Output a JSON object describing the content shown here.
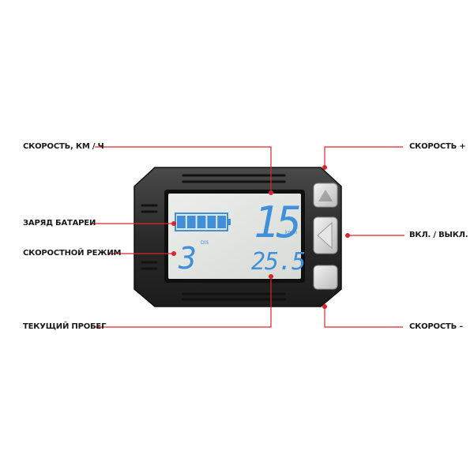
{
  "labels": {
    "speed_kmh": "СКОРОСТЬ, КМ / Ч",
    "battery": "ЗАРЯД БАТАРЕИ",
    "speed_mode": "СКОРОСТНОЙ РЕЖИМ",
    "trip": "ТЕКУЩИЙ ПРОБЕГ",
    "speed_plus": "СКОРОСТЬ +",
    "power": "ВКЛ. / ВЫКЛ.",
    "speed_minus": "СКОРОСТЬ –"
  },
  "display": {
    "speed": "15",
    "speed_unit": "km/h",
    "mode": "3",
    "mode_unit": "DIS",
    "trip": "25.5",
    "battery_bars": 5,
    "battery_level": 1.0
  },
  "colors": {
    "lcd_bg": "#e4e6e3",
    "lcd_digit": "#3f8fd9",
    "callout": "#d9262c",
    "body": "#2b2b2b"
  }
}
